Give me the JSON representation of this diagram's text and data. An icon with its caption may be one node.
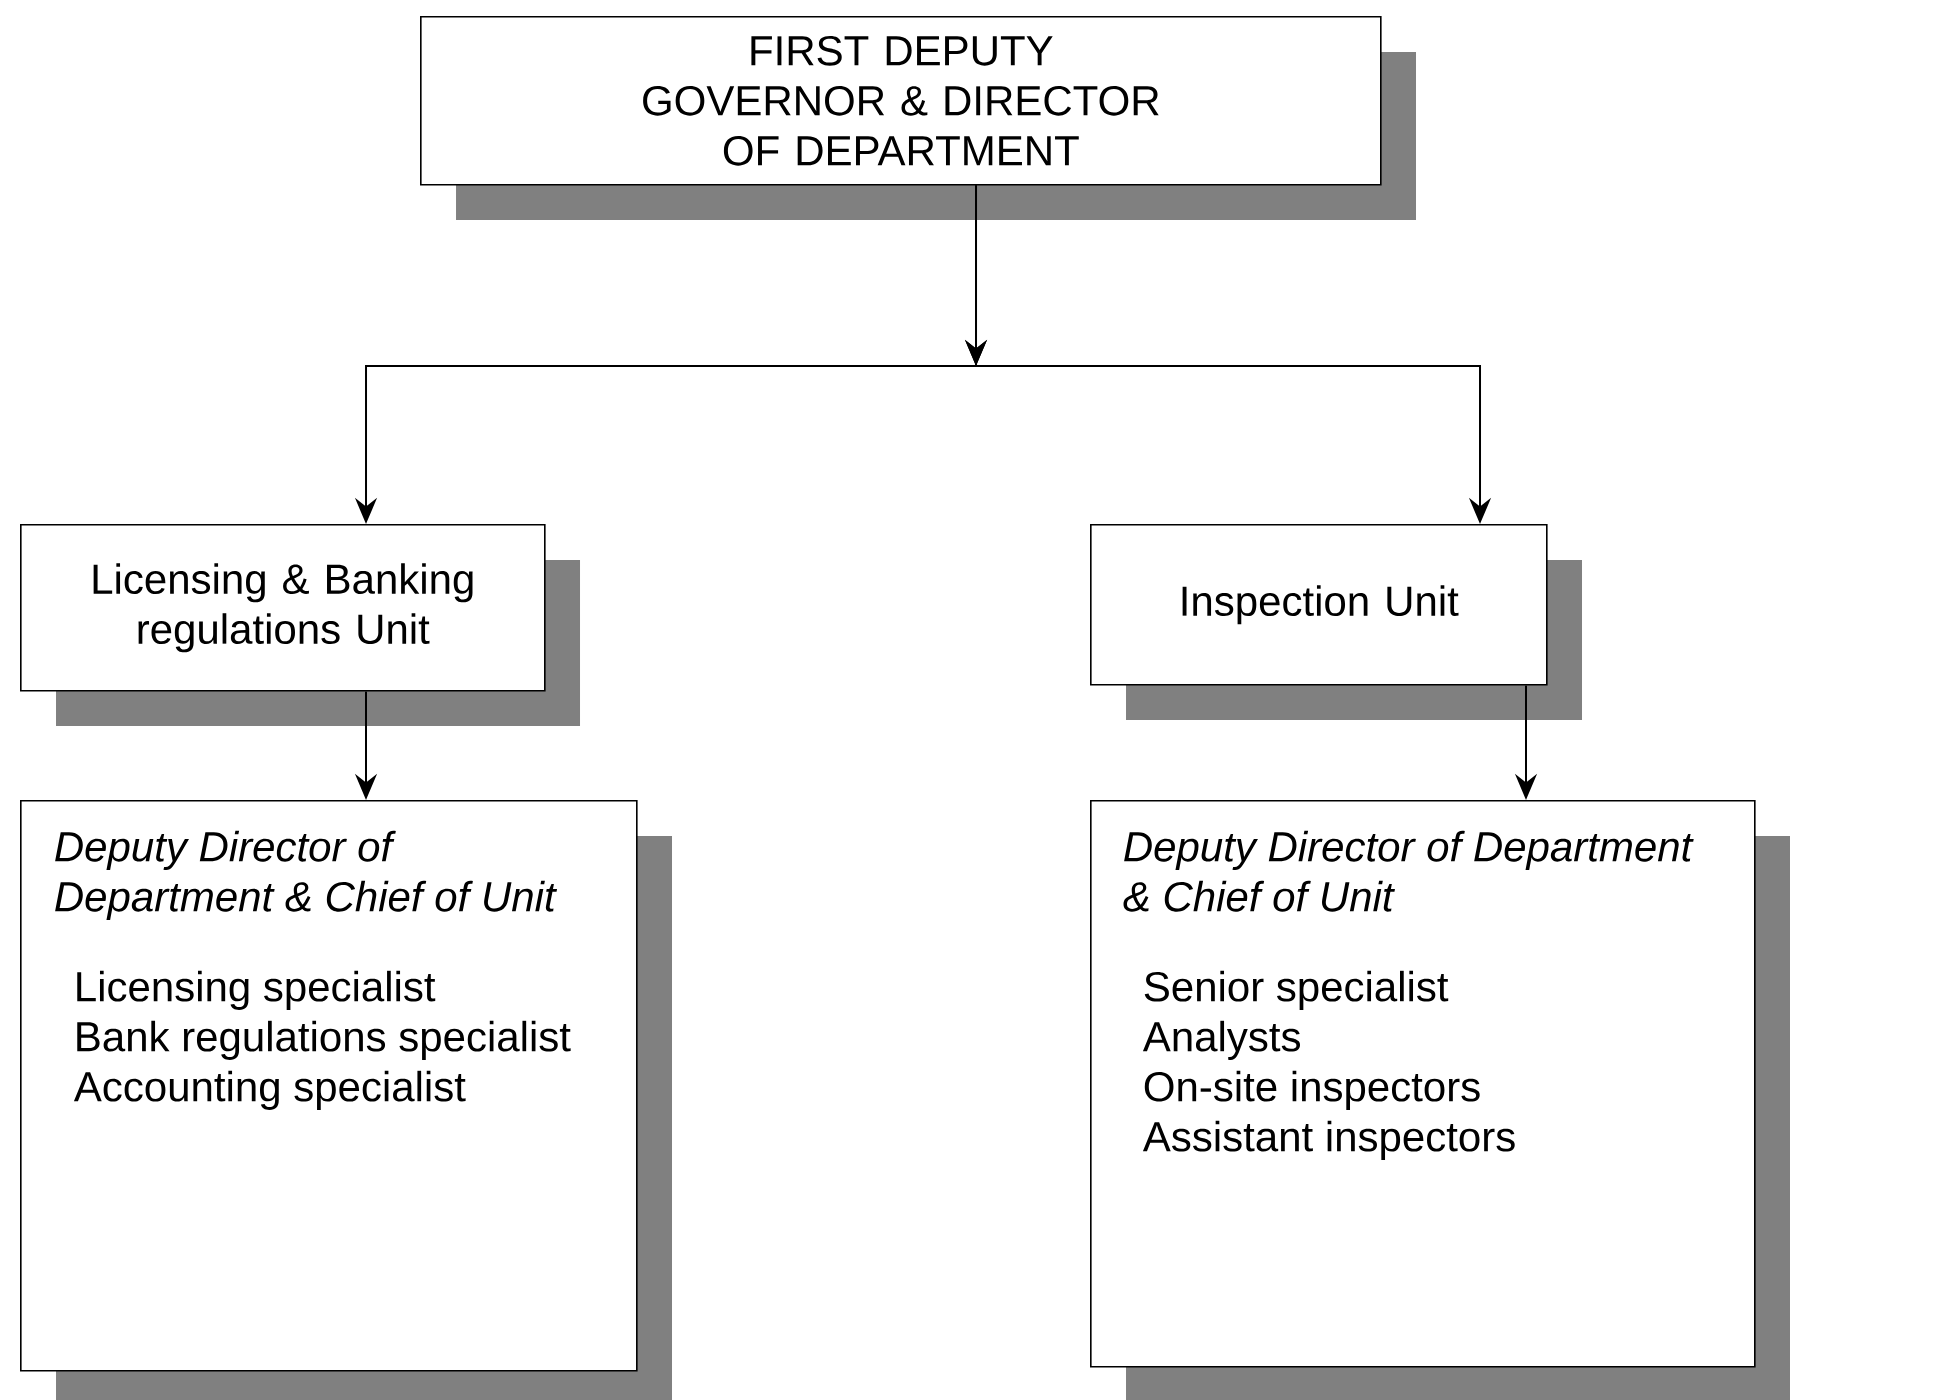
{
  "diagram": {
    "nodes": [
      {
        "text": [
          "FIRST DEPUTY GOVERNOR & DIRECTOR OF DEPARTMENT"
        ]
      },
      {
        "text": [
          "Licensing & Banking regulations Unit"
        ]
      },
      {
        "text": [
          "Inspection Unit"
        ]
      },
      {
        "text": [
          "Deputy Director of Department & Chief of Unit",
          "Licensing specialist",
          "Bank regulations specialist",
          "Accounting specialist"
        ]
      },
      {
        "text": [
          "Deputy Director of Department & Chief of Unit",
          "Senior specialist",
          "Analysts",
          "On-site inspectors",
          "Assistant inspectors"
        ]
      }
    ],
    "edges": [
      {
        "from": 0,
        "to": 1,
        "arrow": "to"
      },
      {
        "from": 0,
        "to": 2,
        "arrow": "to"
      },
      {
        "from": 1,
        "to": 3,
        "arrow": "to"
      },
      {
        "from": 2,
        "to": 4,
        "arrow": "to"
      }
    ]
  }
}
